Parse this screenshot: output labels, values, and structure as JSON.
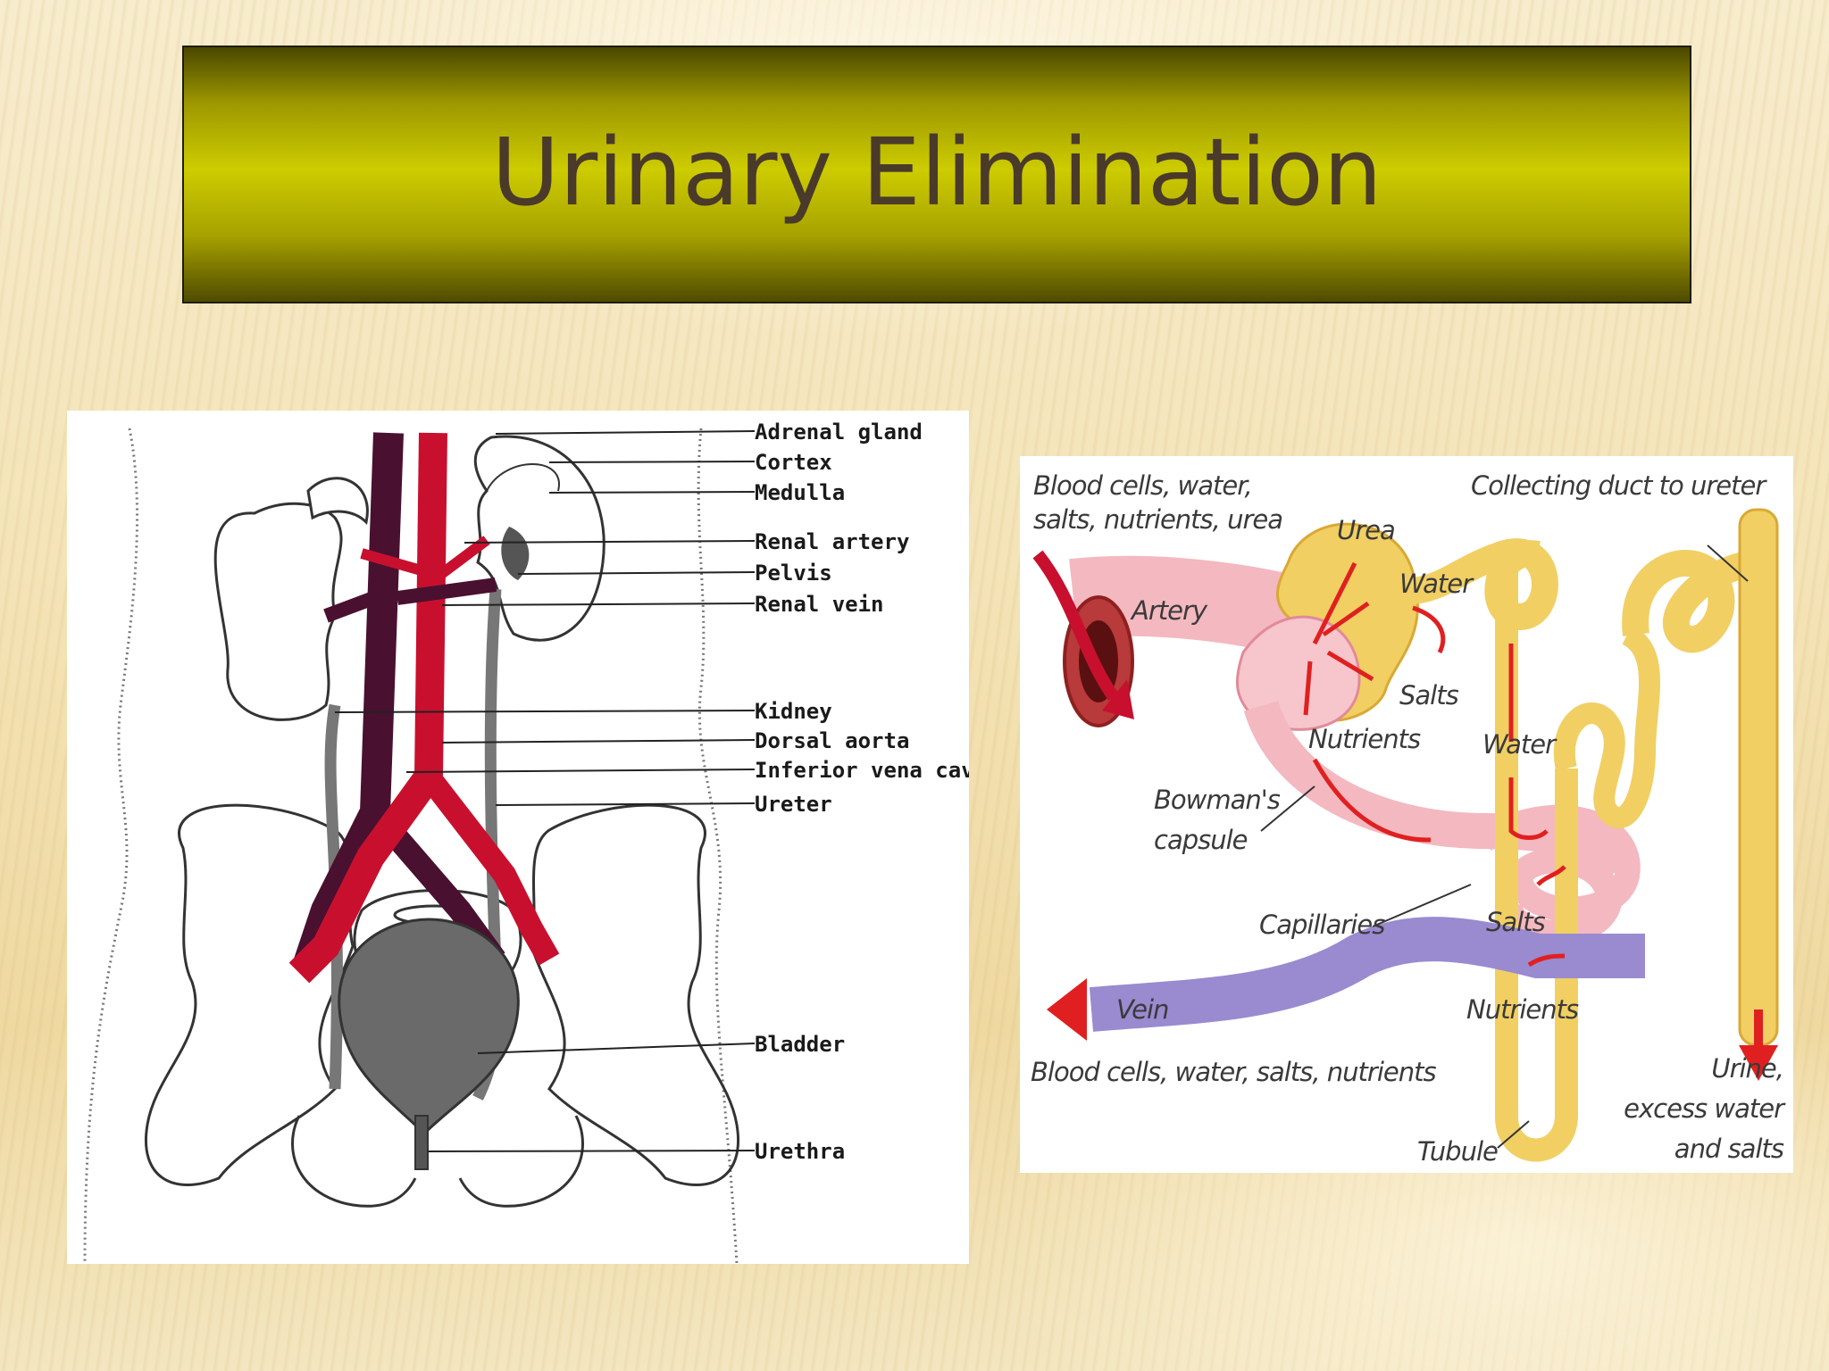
{
  "slide": {
    "title": "Urinary Elimination"
  },
  "anatomy_diagram": {
    "labels": [
      "Adrenal gland",
      "Cortex",
      "Medulla",
      "Renal artery",
      "Pelvis",
      "Renal vein",
      "Kidney",
      "Dorsal aorta",
      "Inferior vena cava",
      "Ureter",
      "Bladder",
      "Urethra"
    ]
  },
  "nephron_diagram": {
    "input_label_line1": "Blood cells, water,",
    "input_label_line2": "salts, nutrients, urea",
    "collecting_duct": "Collecting duct to ureter",
    "artery": "Artery",
    "urea": "Urea",
    "water_top": "Water",
    "salts_top": "Salts",
    "nutrients_top": "Nutrients",
    "water_tubule": "Water",
    "bowmans_line1": "Bowman's",
    "bowmans_line2": "capsule",
    "capillaries": "Capillaries",
    "salts_bottom": "Salts",
    "vein": "Vein",
    "nutrients_bottom": "Nutrients",
    "output_label": "Blood cells, water, salts, nutrients",
    "urine_line1": "Urine,",
    "urine_line2": "excess water",
    "urine_line3": "and salts",
    "tubule": "Tubule"
  },
  "colors": {
    "title_bar": "#cdcc00",
    "title_text": "#4a3a2a",
    "artery_red": "#c8102e",
    "vein_dark": "#4a1030",
    "nephron_yellow": "#f1cf63",
    "nephron_pink": "#f4b8c0",
    "vein_purple": "#9a8ad0"
  }
}
